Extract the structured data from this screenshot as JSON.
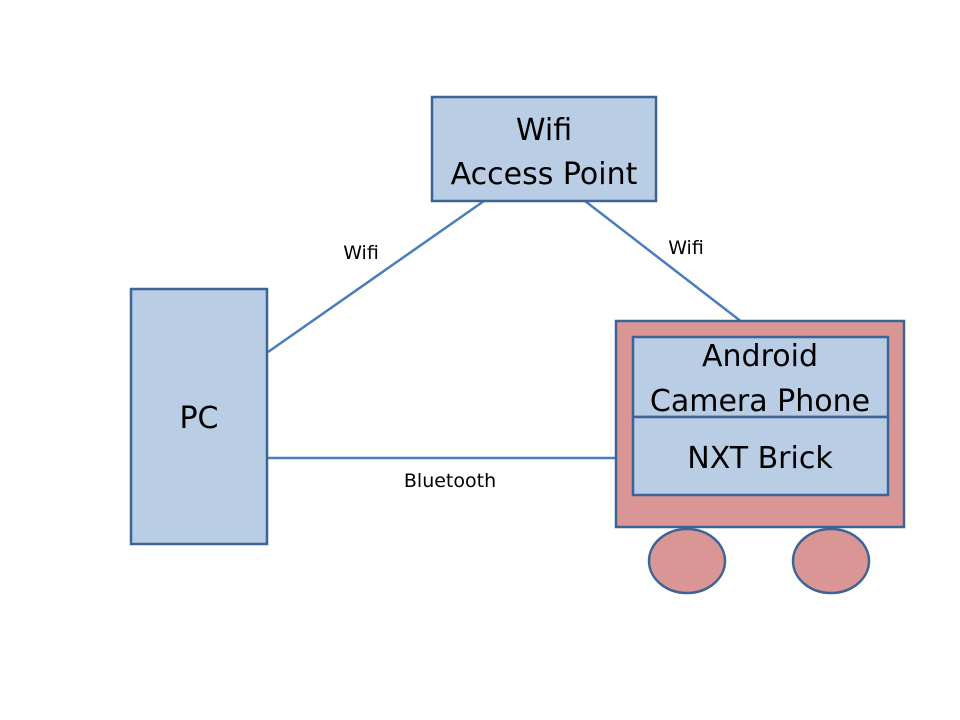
{
  "nodes": {
    "access_point": {
      "line1": "Wifi",
      "line2": "Access Point"
    },
    "pc": {
      "label": "PC"
    },
    "phone": {
      "line1": "Android",
      "line2": "Camera Phone"
    },
    "nxt": {
      "label": "NXT Brick"
    }
  },
  "edges": {
    "pc_to_ap": "Wifi",
    "ap_to_phone": "Wifi",
    "pc_to_nxt": "Bluetooth"
  },
  "colors": {
    "box_fill": "#b9cde5",
    "box_stroke": "#3c6496",
    "robot_fill": "#d99694",
    "line": "#4a7ebb"
  }
}
